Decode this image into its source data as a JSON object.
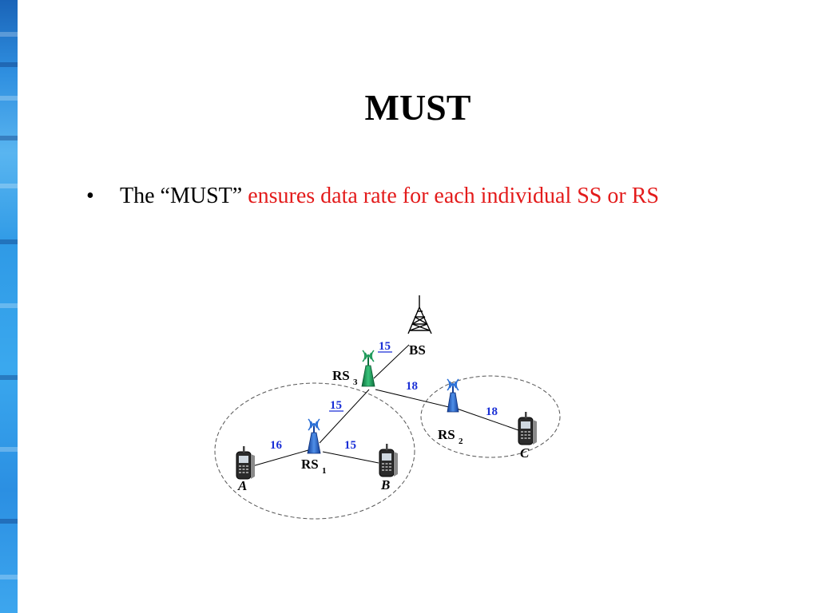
{
  "slide": {
    "title": "MUST",
    "bullet": {
      "marker": "•",
      "prefix": "The “MUST” ",
      "highlight": "ensures data rate for each individual SS or RS"
    }
  },
  "diagram": {
    "nodes": {
      "bs": "BS",
      "rs3": "RS",
      "rs3_sub": "3",
      "rs2": "RS",
      "rs2_sub": "2",
      "rs1": "RS",
      "rs1_sub": "1",
      "ss_a": "A",
      "ss_b": "B",
      "ss_c": "C"
    },
    "rates": {
      "bs_rs3": "15",
      "bs_rs2": "18",
      "rs3_rs1": "15",
      "rs2_c": "18",
      "rs1_a": "16",
      "rs1_b": "15"
    },
    "colors": {
      "rate_text": "#1a2fd6",
      "rs3_antenna": "#1e9a5a",
      "rs_antenna": "#2a6fd6",
      "highlight_text": "#e31b1b",
      "side_bar": "#2f8fe0"
    }
  }
}
